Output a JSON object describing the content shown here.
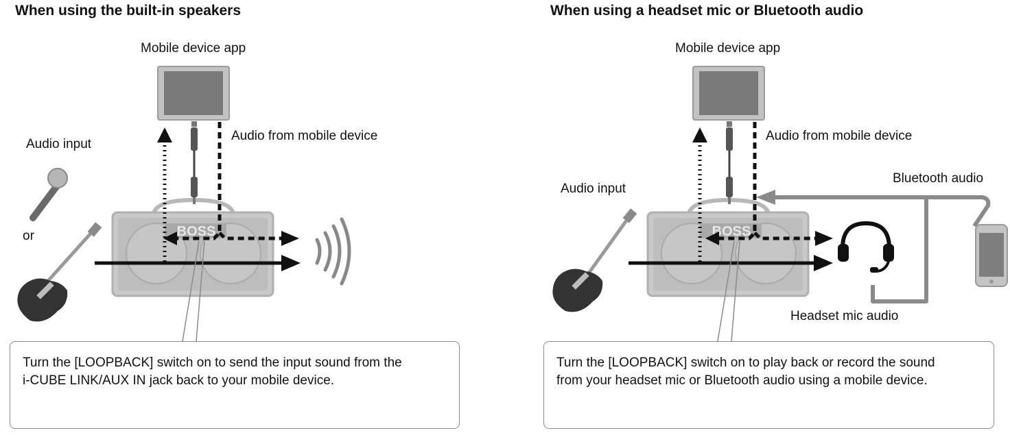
{
  "left": {
    "title": "When using the built-in speakers",
    "app_label": "Mobile device app",
    "audio_from_label": "Audio from mobile device",
    "audio_input_label": "Audio input",
    "or_label": "or",
    "brand_text": "BOSS",
    "description": "Turn the [LOOPBACK] switch on to send the input sound from the\ni-CUBE LINK/AUX IN jack back to your mobile device."
  },
  "right": {
    "title": "When using a headset mic or Bluetooth audio",
    "app_label": "Mobile device app",
    "audio_from_label": "Audio from mobile device",
    "bluetooth_label": "Bluetooth audio",
    "audio_input_label": "Audio input",
    "headset_label": "Headset mic audio",
    "brand_text": "BOSS",
    "description": "Turn the [LOOPBACK] switch on to play back or record the sound\nfrom your headset mic or Bluetooth audio using a mobile device."
  },
  "colors": {
    "arrow": "#111111",
    "device_gray": "#b4b4b4",
    "line_gray": "#8a8a8a"
  }
}
